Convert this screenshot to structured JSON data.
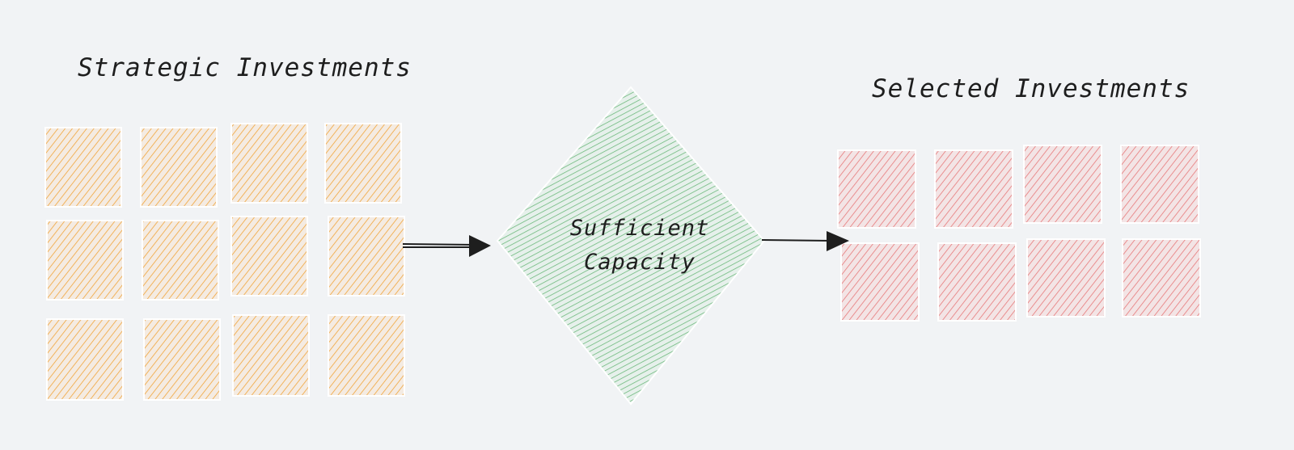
{
  "diagram": {
    "source_group": {
      "title": "Strategic Investments",
      "color": "#f08c00",
      "item_count": 12
    },
    "decision": {
      "label": "Sufficient Capacity",
      "color": "#2f9e44"
    },
    "result_group": {
      "title": "Selected Investments",
      "color": "#e03131",
      "item_count": 8
    },
    "connectors": [
      {
        "from": "Strategic Investments",
        "to": "Sufficient Capacity",
        "arrow": "arrow-right-icon"
      },
      {
        "from": "Sufficient Capacity",
        "to": "Selected Investments",
        "arrow": "arrow-right-icon"
      }
    ],
    "background": "#f1f3f5"
  }
}
